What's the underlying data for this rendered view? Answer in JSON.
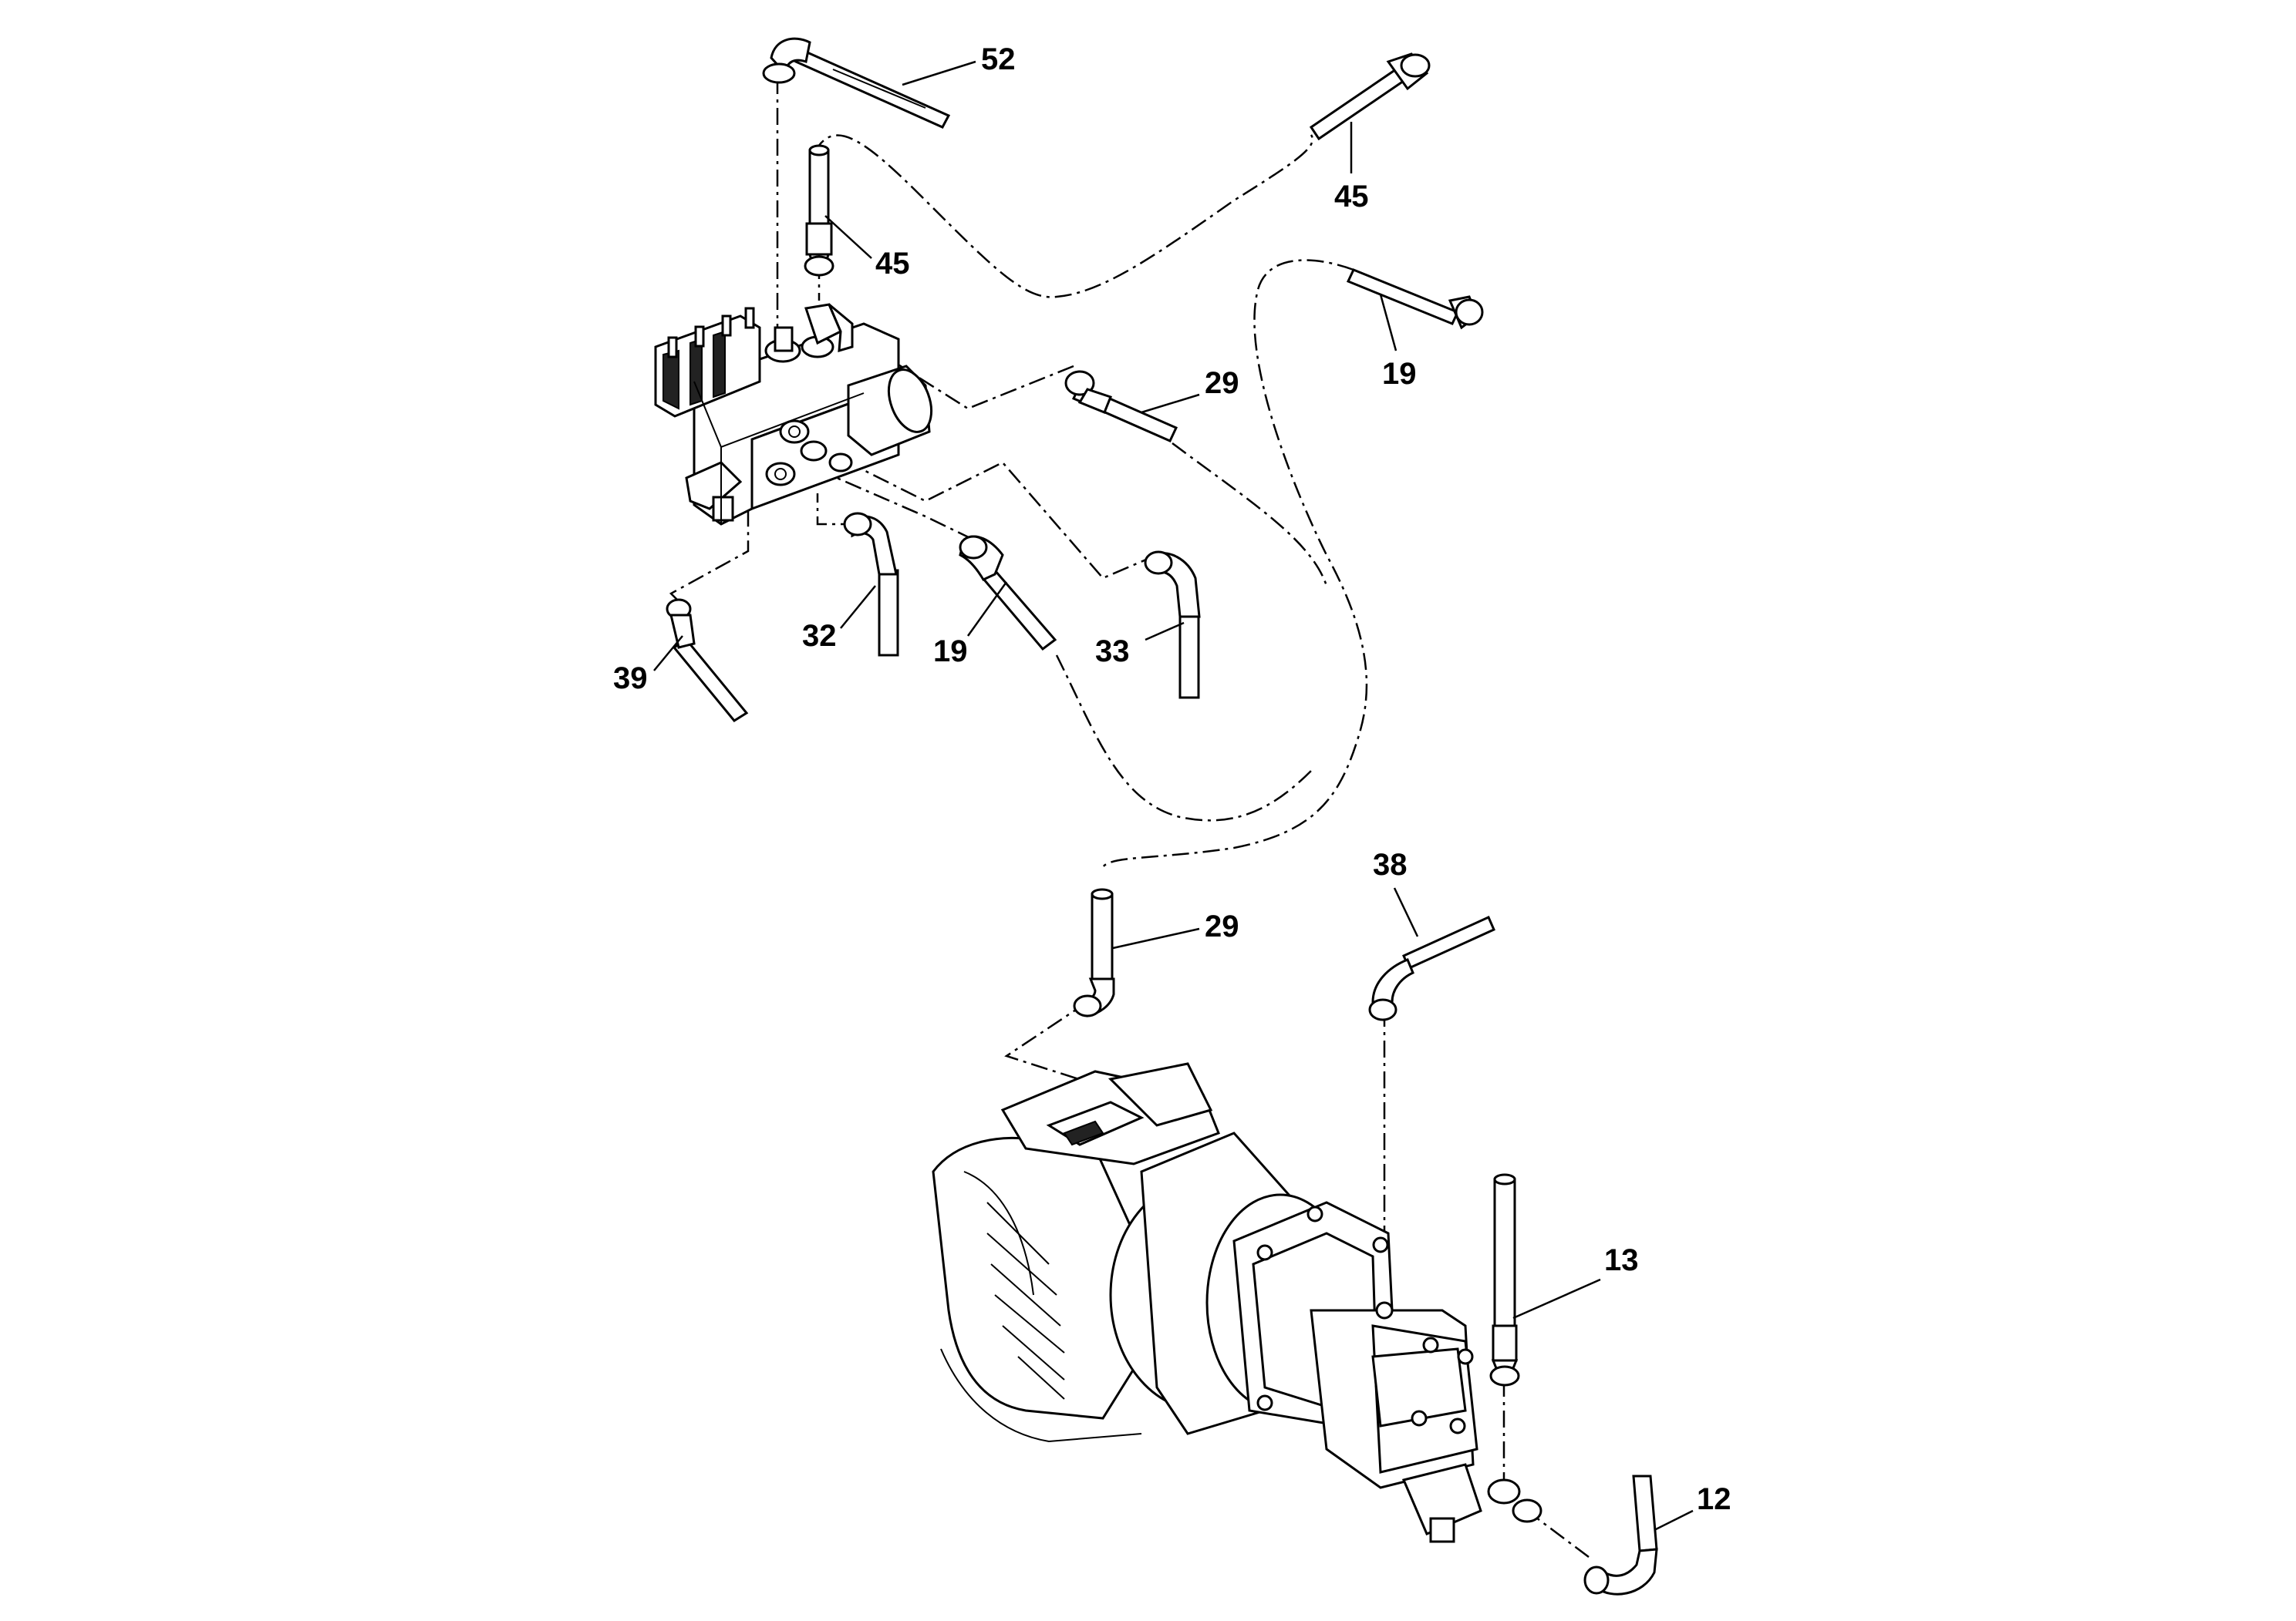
{
  "callouts": [
    {
      "id": "c52",
      "text": "52"
    },
    {
      "id": "c45a",
      "text": "45"
    },
    {
      "id": "c45b",
      "text": "45"
    },
    {
      "id": "c19a",
      "text": "19"
    },
    {
      "id": "c29a",
      "text": "29"
    },
    {
      "id": "c32",
      "text": "32"
    },
    {
      "id": "c19b",
      "text": "19"
    },
    {
      "id": "c33",
      "text": "33"
    },
    {
      "id": "c39",
      "text": "39"
    },
    {
      "id": "c29b",
      "text": "29"
    },
    {
      "id": "c38",
      "text": "38"
    },
    {
      "id": "c13",
      "text": "13"
    },
    {
      "id": "c12",
      "text": "12"
    }
  ]
}
